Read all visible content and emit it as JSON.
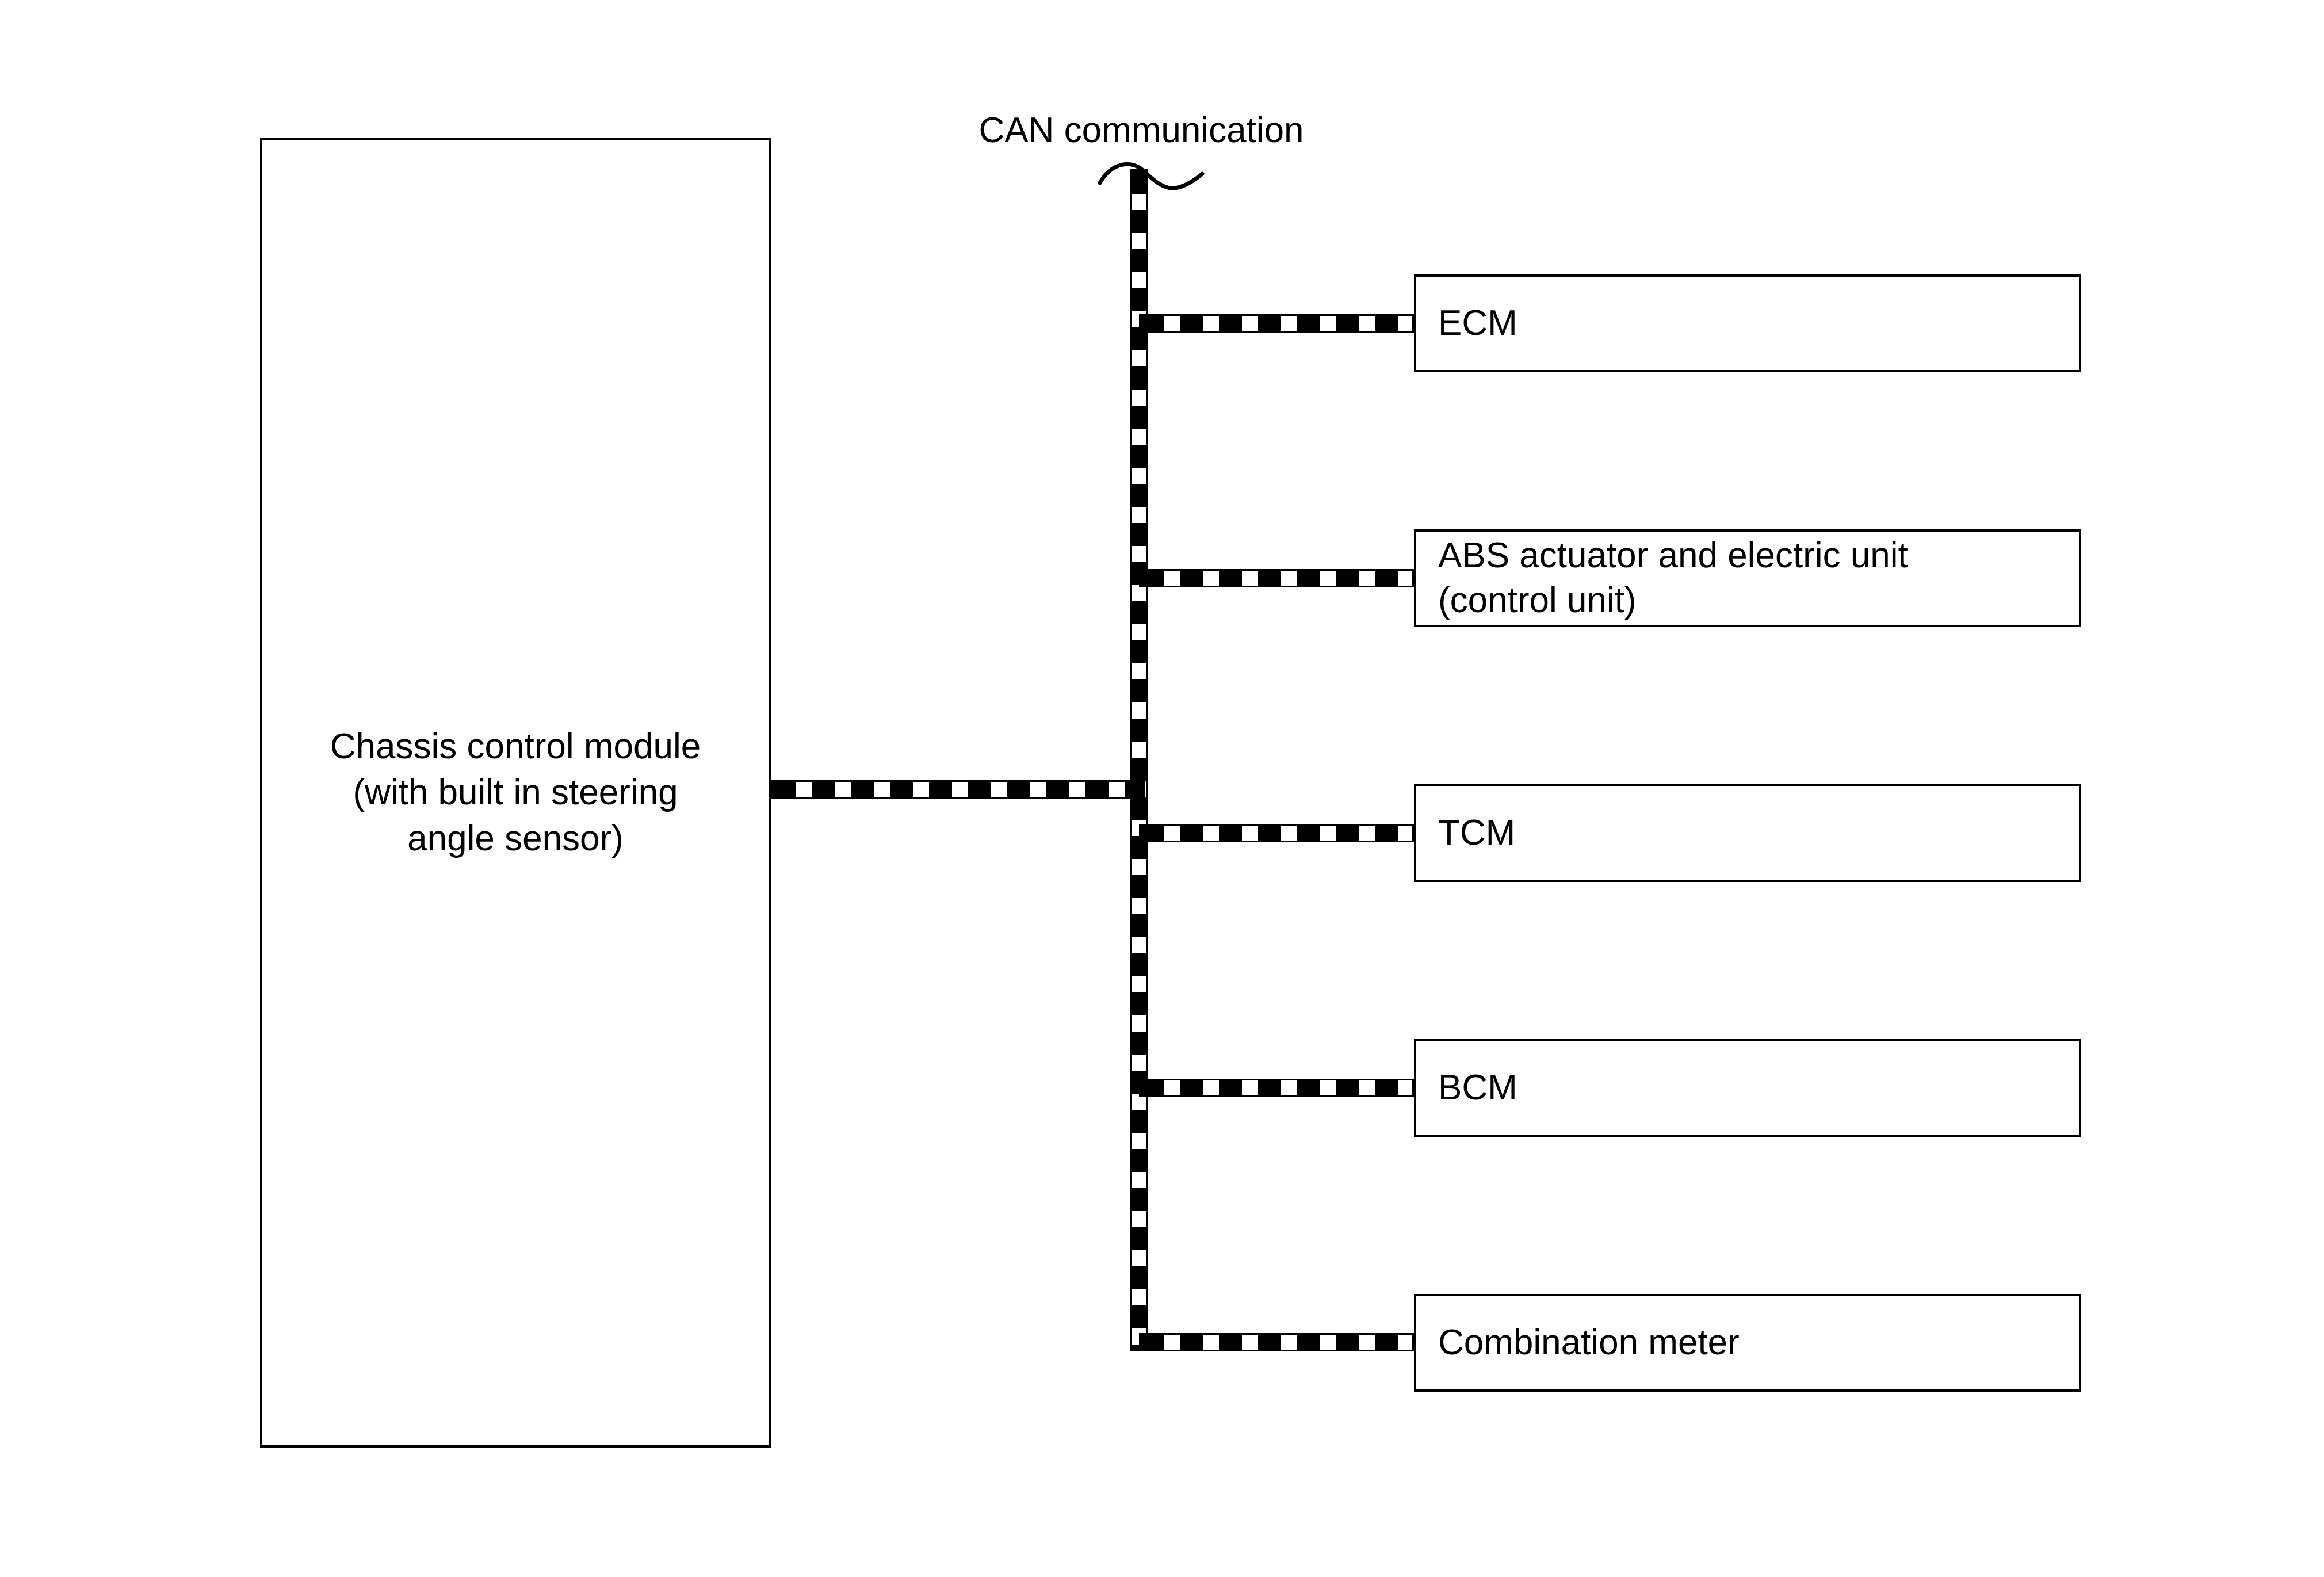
{
  "diagram": {
    "bus_label": "CAN communication",
    "left_node": {
      "lines": [
        "Chassis control module",
        "(with built in steering",
        "angle sensor)"
      ]
    },
    "right_nodes": [
      {
        "lines": [
          "ECM"
        ]
      },
      {
        "lines": [
          "ABS actuator and electric unit",
          "(control unit)"
        ]
      },
      {
        "lines": [
          "TCM"
        ]
      },
      {
        "lines": [
          "BCM"
        ]
      },
      {
        "lines": [
          "Combination meter"
        ]
      }
    ],
    "colors": {
      "ink": "#000000",
      "background": "#ffffff"
    }
  }
}
